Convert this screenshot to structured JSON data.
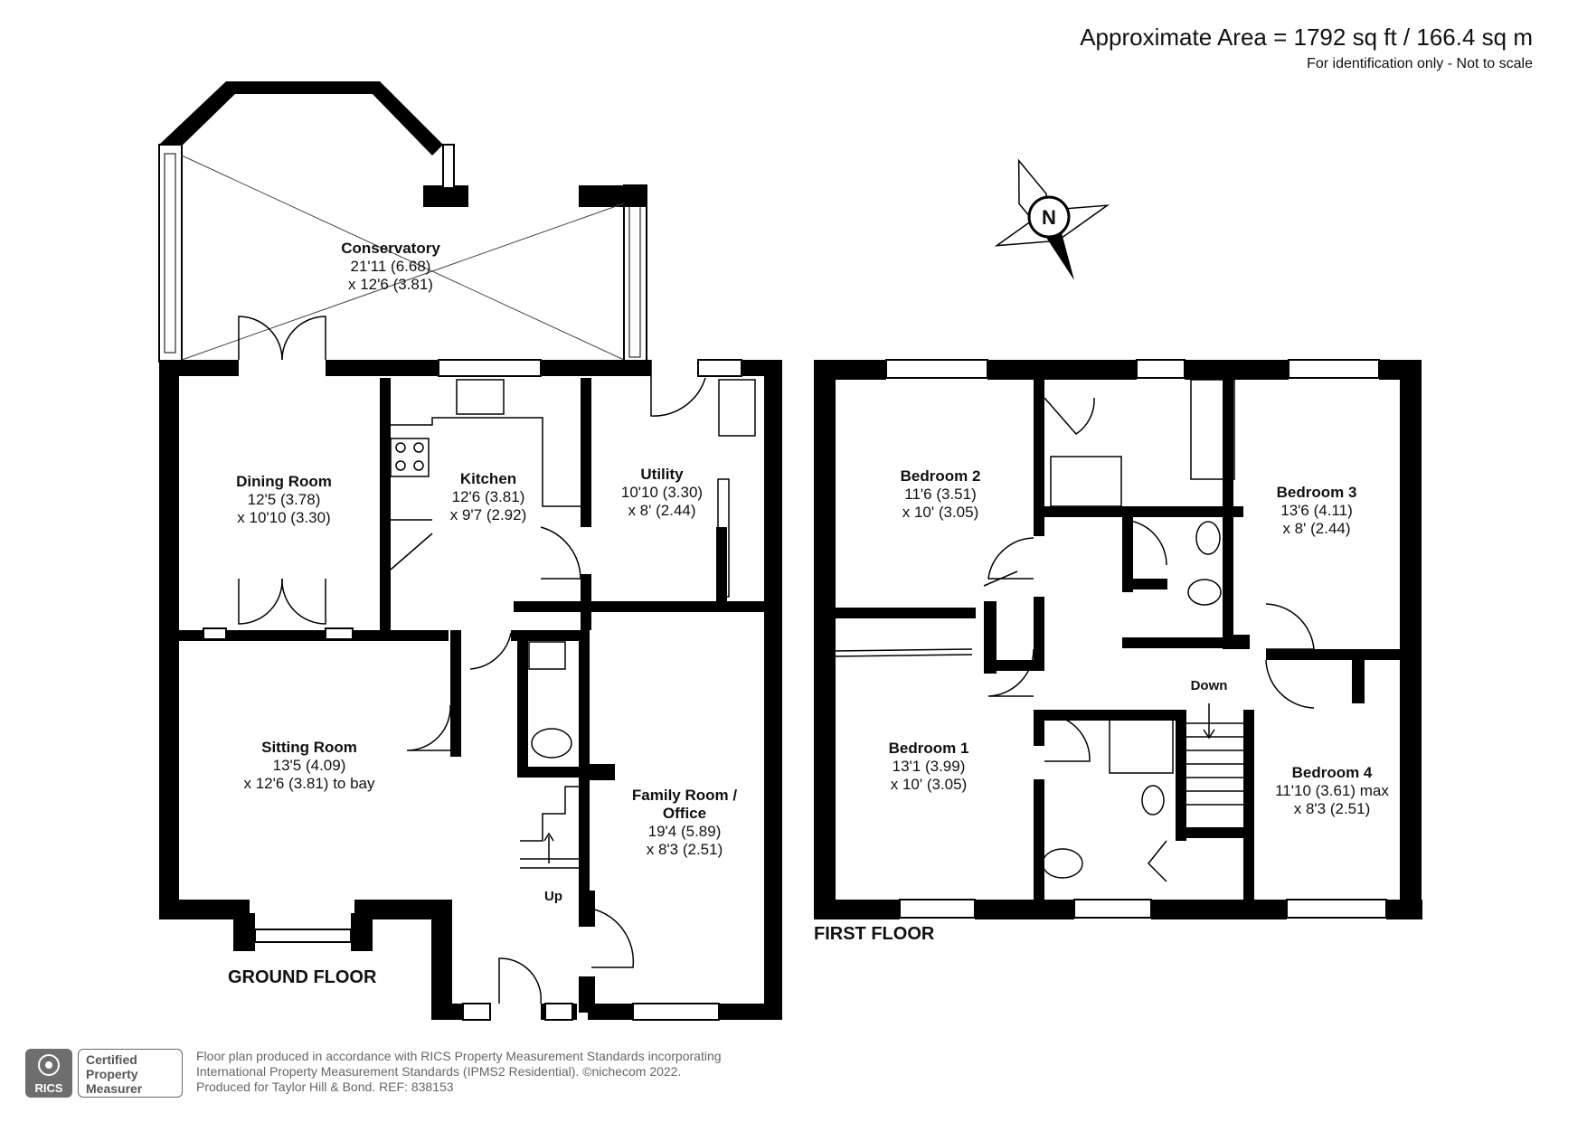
{
  "header": {
    "approx_area": "Approximate Area = 1792 sq ft / 166.4 sq m",
    "scale_note": "For identification only - Not to scale"
  },
  "compass": {
    "letter": "N",
    "icon": "compass-rose-icon"
  },
  "ground_floor": {
    "label": "GROUND FLOOR",
    "rooms": [
      {
        "name": "Conservatory",
        "dims": [
          "21'11 (6.68)",
          "x 12'6 (3.81)"
        ]
      },
      {
        "name": "Dining Room",
        "dims": [
          "12'5 (3.78)",
          "x 10'10 (3.30)"
        ]
      },
      {
        "name": "Kitchen",
        "dims": [
          "12'6 (3.81)",
          "x 9'7 (2.92)"
        ]
      },
      {
        "name": "Utility",
        "dims": [
          "10'10 (3.30)",
          "x 8' (2.44)"
        ]
      },
      {
        "name": "Sitting Room",
        "dims": [
          "13'5 (4.09)",
          "x 12'6 (3.81) to bay"
        ]
      },
      {
        "name": "Family Room /",
        "name2": "Office",
        "dims": [
          "19'4 (5.89)",
          "x 8'3 (2.51)"
        ]
      }
    ],
    "stairs_label": "Up"
  },
  "first_floor": {
    "label": "FIRST FLOOR",
    "rooms": [
      {
        "name": "Bedroom 2",
        "dims": [
          "11'6 (3.51)",
          "x 10' (3.05)"
        ]
      },
      {
        "name": "Bedroom 3",
        "dims": [
          "13'6 (4.11)",
          "x 8' (2.44)"
        ]
      },
      {
        "name": "Bedroom 1",
        "dims": [
          "13'1 (3.99)",
          "x 10' (3.05)"
        ]
      },
      {
        "name": "Bedroom 4",
        "dims": [
          "11'10 (3.61) max",
          "x 8'3 (2.51)"
        ]
      }
    ],
    "stairs_label": "Down"
  },
  "footer": {
    "lines": [
      "Floor plan produced in accordance with RICS Property Measurement Standards incorporating",
      "International Property Measurement Standards (IPMS2 Residential).   ©nichecom 2022.",
      "Produced for Taylor Hill & Bond.   REF:  838153"
    ],
    "logo_text": "RICS",
    "badge_lines": [
      "Certified",
      "Property",
      "Measurer"
    ]
  },
  "colors": {
    "wall": "#000000",
    "window": "#ffffff",
    "text": "#111111",
    "footer_text": "#666666",
    "logo": "#6e6e6e"
  }
}
